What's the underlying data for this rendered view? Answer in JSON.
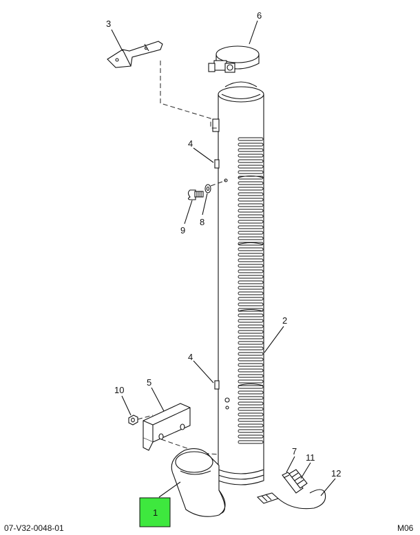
{
  "callouts": {
    "c1": "1",
    "c2": "2",
    "c3": "3",
    "c4a": "4",
    "c4b": "4",
    "c5": "5",
    "c6": "6",
    "c7": "7",
    "c8": "8",
    "c9": "9",
    "c10": "10",
    "c11": "11",
    "c12": "12"
  },
  "highlight_color": "#3ee83e",
  "footer": {
    "drawing_number": "07-V32-0048-01",
    "sheet_code": "M06"
  }
}
